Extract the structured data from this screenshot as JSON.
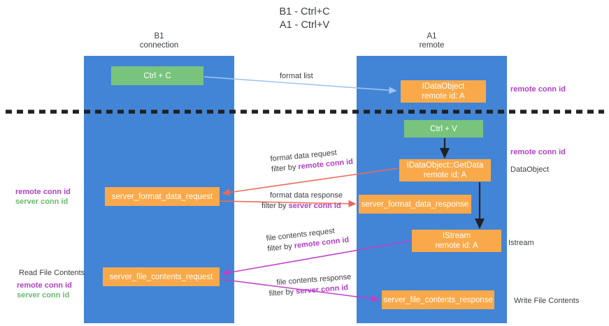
{
  "title": {
    "line1": "B1 - Ctrl+C",
    "line2": "A1 - Ctrl+V"
  },
  "lanes": [
    {
      "name": "B1",
      "role": "connection",
      "color": "#4285d6"
    },
    {
      "name": "A1",
      "role": "remote",
      "color": "#4285d6"
    }
  ],
  "colors": {
    "lane": "#4285d6",
    "green_box": "#78c47c",
    "orange_box": "#f9a94a",
    "purple_text": "#b040c8",
    "green_text": "#6aba6e",
    "arrow_blue": "#9fc5f0",
    "arrow_red": "#ea6b5a",
    "arrow_magenta": "#c040c8",
    "arrow_black": "#202124",
    "text": "#3c4043"
  },
  "boxes": {
    "ctrl_c": "Ctrl + C",
    "idataobject_title": "IDataObject",
    "idataobject_sub": "remote id: A",
    "ctrl_v": "Ctrl + V",
    "getdata_title": "IDataObject::GetData",
    "getdata_sub": "remote id: A",
    "server_format_data_request": "server_format_data_request",
    "server_format_data_response": "server_format_data_response",
    "istream_title": "IStream",
    "istream_sub": "remote id: A",
    "server_file_contents_request": "server_file_contents_request",
    "server_file_contents_response": "server_file_contents_response"
  },
  "edge_labels": {
    "format_list": "format list",
    "format_data_request": "format data request",
    "format_data_request_filter_prefix": "filter by ",
    "format_data_request_filter_key": "remote conn id",
    "format_data_response": "format data response",
    "format_data_response_filter_prefix": "filter by ",
    "format_data_response_filter_key": "server conn id",
    "file_contents_request": "file contents request",
    "file_contents_request_filter_prefix": "filter by ",
    "file_contents_request_filter_key": "remote conn id",
    "file_contents_response": "file contents response",
    "file_contents_response_filter_prefix": "filter by ",
    "file_contents_response_filter_key": "server conn id"
  },
  "side_labels": {
    "right_remote_conn_id_top": "remote conn id",
    "right_remote_conn_id_mid": "remote conn id",
    "right_dataobject": "DataObject",
    "right_istream": "Istream",
    "right_write_file_contents": "Write File Contents",
    "left_remote_conn_id": "remote conn id",
    "left_server_conn_id": "server conn id",
    "left_read_file_contents": "Read File Contents",
    "left_remote_conn_id_2": "remote conn id",
    "left_server_conn_id_2": "server conn id"
  }
}
